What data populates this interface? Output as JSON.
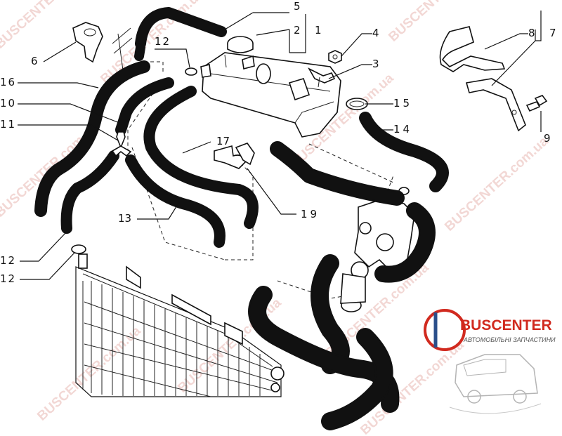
{
  "callouts": [
    {
      "id": "c1",
      "text": "1"
    },
    {
      "id": "c2",
      "text": "2"
    },
    {
      "id": "c3",
      "text": "3"
    },
    {
      "id": "c4",
      "text": "4"
    },
    {
      "id": "c5",
      "text": "5"
    },
    {
      "id": "c6",
      "text": "6"
    },
    {
      "id": "c7",
      "text": "7"
    },
    {
      "id": "c8",
      "text": "8"
    },
    {
      "id": "c9",
      "text": "9"
    },
    {
      "id": "c10",
      "text": "10"
    },
    {
      "id": "c11",
      "text": "11"
    },
    {
      "id": "c12a",
      "text": "12"
    },
    {
      "id": "c12b",
      "text": "12"
    },
    {
      "id": "c13",
      "text": "13"
    },
    {
      "id": "c14",
      "text": "14"
    },
    {
      "id": "c15",
      "text": "15"
    },
    {
      "id": "c16",
      "text": "16"
    },
    {
      "id": "c17",
      "text": "17"
    },
    {
      "id": "c18",
      "text": "18"
    },
    {
      "id": "c19",
      "text": "19"
    }
  ],
  "brand": {
    "name": "BUSCENTER",
    "tagline": "АВТОМОБІЛЬНІ ЗАПЧАСТИНИ",
    "colors": {
      "red": "#d12a1f",
      "blue": "#2a4f8a"
    }
  },
  "watermark": {
    "text_a": "BUSCENTER.com.ua",
    "text_b": "BUSCENTER.com.ua"
  }
}
